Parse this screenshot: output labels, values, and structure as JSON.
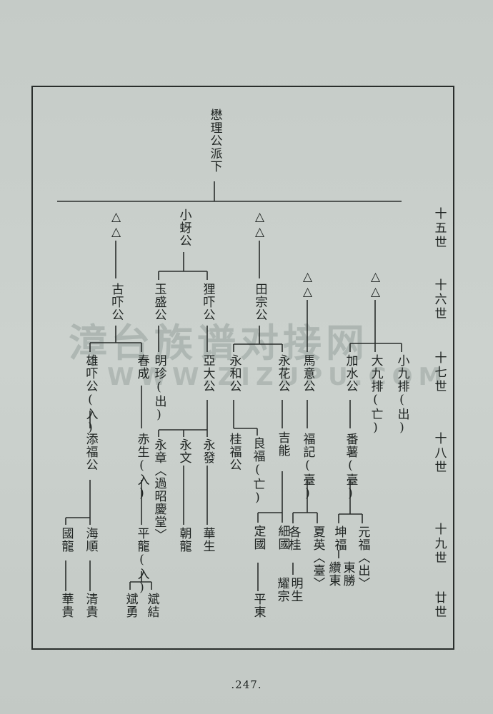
{
  "page": {
    "page_number": ".247.",
    "watermark": "漳台族谱对接网",
    "watermark_url": "WWW.ZIZUPU.COM"
  },
  "tree": {
    "root": "懋理公派下",
    "col1": {
      "g15": "△△",
      "g16": "古吓公",
      "b1": "雄吓公(入)",
      "b1_g18": "添福公",
      "b1_g19a": "國龍",
      "b1_g20a": "華貴",
      "b1_g19b": "海順",
      "b1_g20b": "清貴",
      "b2": "春成",
      "b2_g18": "赤生(入)",
      "b2_g19": "平龍(入)",
      "b2_g20a": "斌勇",
      "b2_g20b": "斌結"
    },
    "col2": {
      "g15": "小蚜公",
      "g16a": "玉盛公",
      "g17a": "明珍(出)",
      "g16b": "狸吓公",
      "g17b": "亞大公",
      "g18a": "永章〈過昭慶堂〉",
      "g18b": "永文",
      "g19b": "朝龍",
      "g18c": "永發",
      "g19c": "華生"
    },
    "col3": {
      "g15": "△△",
      "g16": "田宗公",
      "g17a": "永和公",
      "g18a1": "桂福公",
      "g18a2": "良福(亡)",
      "g17b": "永花公",
      "g18b": "吉能",
      "g19a": "定國",
      "g20a": "平東",
      "g19b": "細國"
    },
    "col4": {
      "g16": "△△",
      "g17": "馬意公",
      "g18": "福記(臺)",
      "g19a": "各桂",
      "g20a": "耀宗",
      "g20b": "明生",
      "g19b": "夏英〈臺〉"
    },
    "col5": {
      "g16": "△△",
      "g17a": "加水公",
      "g18a": "番薯(臺)",
      "g19a": "坤福",
      "g20a": "纘東",
      "g20b": "東勝",
      "g19b": "元福〈出〉",
      "g17b": "大九排(亡)",
      "g17c": "小九排(出)"
    }
  },
  "generations": [
    "十五世",
    "十六世",
    "十七世",
    "十八世",
    "十九世",
    "廿世"
  ]
}
